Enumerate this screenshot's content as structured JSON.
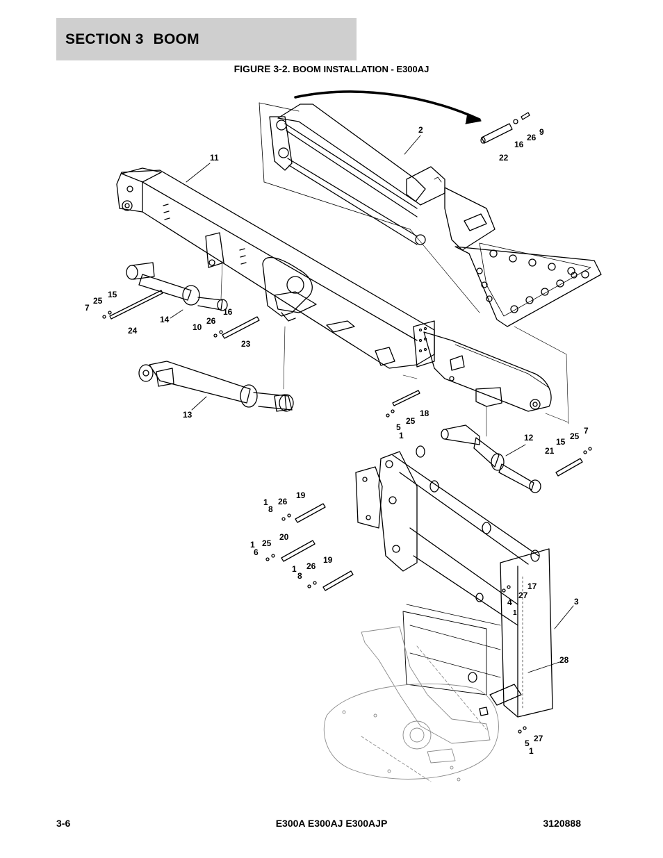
{
  "header": {
    "section_number": "SECTION 3",
    "section_name": "BOOM"
  },
  "figure": {
    "label": "FIGURE 3-2.",
    "title": "BOOM INSTALLATION - E300AJ"
  },
  "callouts": [
    "2",
    "9",
    "26",
    "16",
    "22",
    "11",
    "15",
    "25",
    "7",
    "14",
    "24",
    "16",
    "26",
    "10",
    "23",
    "13",
    "18",
    "25",
    "5",
    "1",
    "12",
    "7",
    "25",
    "15",
    "21",
    "19",
    "26",
    "1",
    "8",
    "20",
    "25",
    "1",
    "6",
    "19",
    "26",
    "1",
    "8",
    "17",
    "4",
    "27",
    "1",
    "3",
    "28",
    "27",
    "5",
    "1"
  ],
  "footer": {
    "page_number": "3-6",
    "models": "E300A E300AJ E300AJP",
    "part_number": "3120888"
  }
}
